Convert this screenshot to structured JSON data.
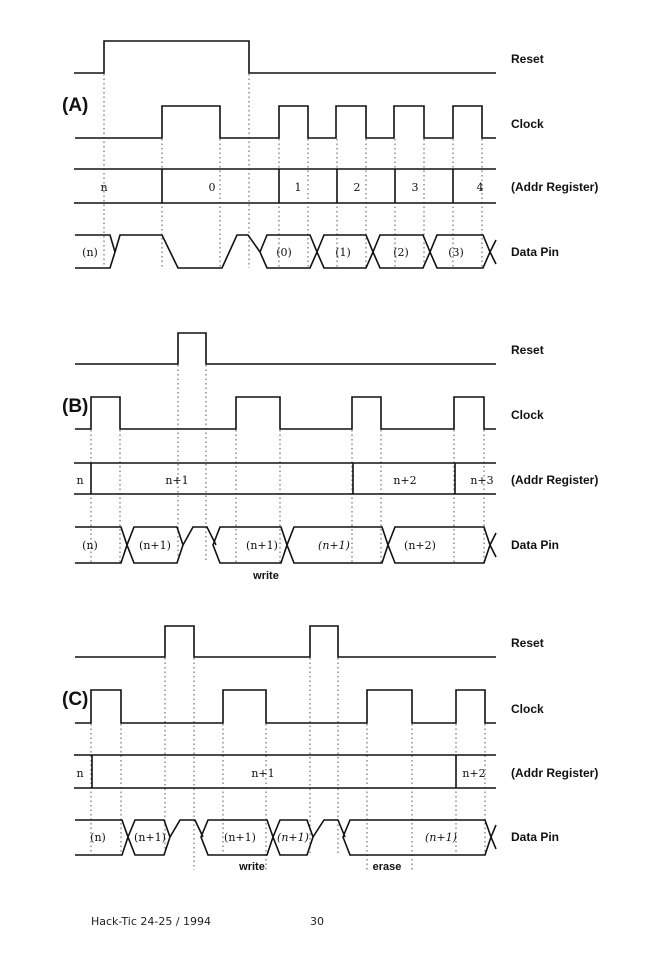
{
  "signal_labels": {
    "reset": "Reset",
    "clock": "Clock",
    "addr": "(Addr Register)",
    "data": "Data Pin"
  },
  "panels": [
    {
      "label": "(A)",
      "addr_values": [
        "n",
        "0",
        "1",
        "2",
        "3",
        "4"
      ],
      "data_values": [
        "(n)",
        "(0)",
        "(1)",
        "(2)",
        "(3)"
      ],
      "annotations": []
    },
    {
      "label": "(B)",
      "addr_values": [
        "n",
        "n+1",
        "n+2",
        "n+3"
      ],
      "data_values": [
        "(n)",
        "(n+1)",
        "(n+1)",
        "(n+1)",
        "(n+2)"
      ],
      "annotations": [
        "write"
      ]
    },
    {
      "label": "(C)",
      "addr_values": [
        "n",
        "n+1",
        "n+2"
      ],
      "data_values": [
        "(n)",
        "(n+1)",
        "(n+1)",
        "(n+1)",
        "(n+1)"
      ],
      "annotations": [
        "write",
        "erase"
      ]
    }
  ],
  "footer": {
    "source": "Hack-Tic 24-25 / 1994",
    "page": "30"
  }
}
